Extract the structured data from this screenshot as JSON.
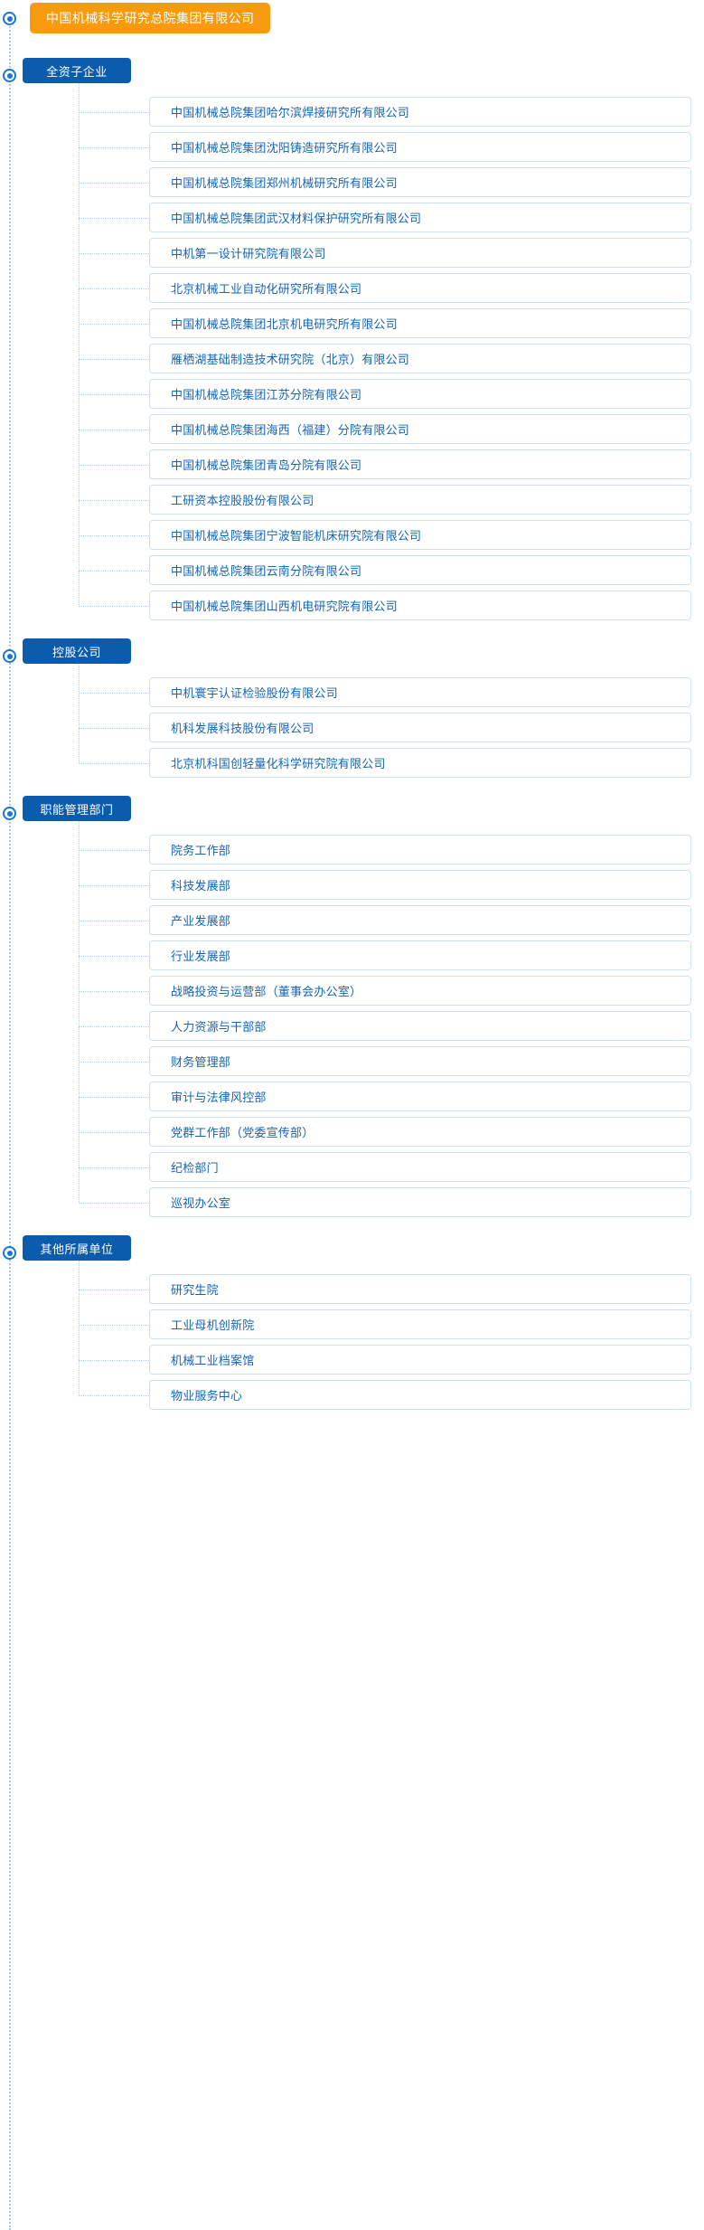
{
  "root": {
    "label": "中国机械科学研究总院集团有限公司",
    "color": "#f79a0d"
  },
  "theme": {
    "group_color": "#0b5cad",
    "card_text_color": "#1464b4",
    "card_border_color": "#cfe0f2",
    "connector_color": "#b7d0ea"
  },
  "groups": [
    {
      "label": "全资子企业",
      "items": [
        {
          "label": "中国机械总院集团哈尔滨焊接研究所有限公司"
        },
        {
          "label": "中国机械总院集团沈阳铸造研究所有限公司"
        },
        {
          "label": "中国机械总院集团郑州机械研究所有限公司"
        },
        {
          "label": "中国机械总院集团武汉材料保护研究所有限公司"
        },
        {
          "label": "中机第一设计研究院有限公司"
        },
        {
          "label": "北京机械工业自动化研究所有限公司"
        },
        {
          "label": "中国机械总院集团北京机电研究所有限公司"
        },
        {
          "label": "雁栖湖基础制造技术研究院（北京）有限公司"
        },
        {
          "label": "中国机械总院集团江苏分院有限公司"
        },
        {
          "label": "中国机械总院集团海西（福建）分院有限公司"
        },
        {
          "label": "中国机械总院集团青岛分院有限公司"
        },
        {
          "label": "工研资本控股股份有限公司"
        },
        {
          "label": "中国机械总院集团宁波智能机床研究院有限公司"
        },
        {
          "label": "中国机械总院集团云南分院有限公司"
        },
        {
          "label": "中国机械总院集团山西机电研究院有限公司"
        }
      ]
    },
    {
      "label": "控股公司",
      "items": [
        {
          "label": "中机寰宇认证检验股份有限公司"
        },
        {
          "label": "机科发展科技股份有限公司"
        },
        {
          "label": "北京机科国创轻量化科学研究院有限公司"
        }
      ]
    },
    {
      "label": "职能管理部门",
      "items": [
        {
          "label": "院务工作部"
        },
        {
          "label": "科技发展部"
        },
        {
          "label": "产业发展部"
        },
        {
          "label": "行业发展部"
        },
        {
          "label": "战略投资与运营部（董事会办公室）"
        },
        {
          "label": "人力资源与干部部"
        },
        {
          "label": "财务管理部"
        },
        {
          "label": "审计与法律风控部"
        },
        {
          "label": "党群工作部（党委宣传部）"
        },
        {
          "label": "纪检部门"
        },
        {
          "label": "巡视办公室"
        }
      ]
    },
    {
      "label": "其他所属单位",
      "items": [
        {
          "label": "研究生院"
        },
        {
          "label": "工业母机创新院"
        },
        {
          "label": "机械工业档案馆"
        },
        {
          "label": "物业服务中心"
        }
      ]
    }
  ]
}
